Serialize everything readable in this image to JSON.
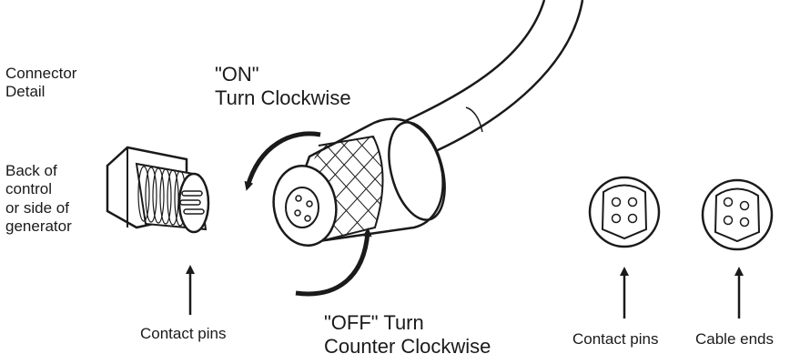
{
  "labels": {
    "connector_detail": [
      "Connector",
      "Detail"
    ],
    "back_of_control": [
      "Back of",
      "control",
      "or side of",
      "generator"
    ],
    "on_label": "\"ON\"",
    "turn_clockwise": "Turn Clockwise",
    "off_turn": "\"OFF\" Turn",
    "counter_clockwise": "Counter Clockwise",
    "contact_pins_left": "Contact pins",
    "contact_pins_right": "Contact pins",
    "cable_ends": "Cable ends"
  },
  "colors": {
    "ink": "#1a1a1a",
    "background": "#ffffff"
  }
}
